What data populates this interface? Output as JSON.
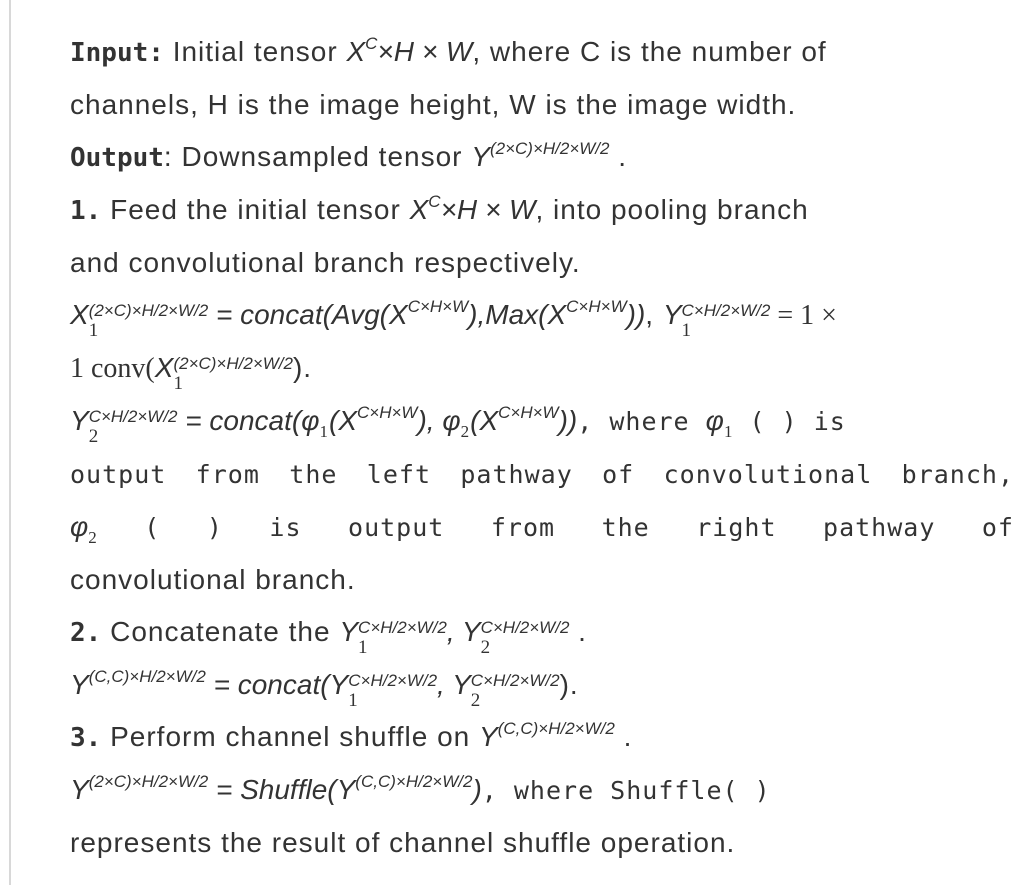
{
  "lines": [
    [
      [
        "b",
        "Input:"
      ],
      [
        "n",
        " Initial tensor "
      ],
      [
        "i",
        "X"
      ],
      [
        "sup",
        "C"
      ],
      [
        "i",
        "×H × W"
      ],
      [
        "n",
        ", where C is the number of"
      ]
    ],
    [
      [
        "n",
        "channels, H is the image height, W is the image width."
      ]
    ],
    [
      [
        "b",
        "Output"
      ],
      [
        "n",
        ": Downsampled tensor "
      ],
      [
        "i",
        "Y"
      ],
      [
        "sup",
        "(2×C)×H/2×W/2"
      ],
      [
        "n",
        " ."
      ]
    ],
    [
      [
        "b",
        "1."
      ],
      [
        "n",
        " Feed the initial tensor "
      ],
      [
        "i",
        "X"
      ],
      [
        "sup",
        "C"
      ],
      [
        "i",
        "×H × W"
      ],
      [
        "n",
        ", into pooling branch"
      ]
    ],
    [
      [
        "n",
        "and convolutional branch respectively."
      ]
    ],
    [
      [
        "i",
        "X"
      ],
      [
        "ss",
        "(2×C)×H/2×W/2",
        "1"
      ],
      [
        "i",
        " = concat(Avg(X"
      ],
      [
        "sup",
        "C×H×W"
      ],
      [
        "i",
        "),Max(X"
      ],
      [
        "sup",
        "C×H×W"
      ],
      [
        "i",
        "))"
      ],
      [
        "n",
        ",  "
      ],
      [
        "i",
        "Y"
      ],
      [
        "ss",
        "C×H/2×W/2",
        "1"
      ],
      [
        "s",
        " = 1 ×"
      ]
    ],
    [
      [
        "s",
        "1 conv("
      ],
      [
        "i",
        "X"
      ],
      [
        "ss",
        "(2×C)×H/2×W/2",
        "1"
      ],
      [
        "n",
        ")."
      ]
    ],
    [
      [
        "i",
        "Y"
      ],
      [
        "ss",
        "C×H/2×W/2",
        "2"
      ],
      [
        "i",
        " = concat(φ"
      ],
      [
        "sub",
        "1"
      ],
      [
        "i",
        "(X"
      ],
      [
        "sup",
        "C×H×W"
      ],
      [
        "i",
        "), φ"
      ],
      [
        "sub",
        "2"
      ],
      [
        "i",
        "(X"
      ],
      [
        "sup",
        "C×H×W"
      ],
      [
        "i",
        "))"
      ],
      [
        "m",
        ",  where "
      ],
      [
        "i",
        "φ"
      ],
      [
        "sub",
        "1"
      ],
      [
        "m",
        "  ( ) is"
      ]
    ],
    [
      [
        "m",
        "output from the left pathway of convolutional branch,"
      ]
    ],
    [
      [
        "i",
        "φ"
      ],
      [
        "sub",
        "2"
      ],
      [
        "m",
        "  ( ) is output from the right pathway of"
      ]
    ],
    [
      [
        "n",
        "convolutional branch."
      ]
    ],
    [
      [
        "b",
        "2."
      ],
      [
        "n",
        " Concatenate the "
      ],
      [
        "i",
        "Y"
      ],
      [
        "ss",
        "C×H/2×W/2",
        "1"
      ],
      [
        "i",
        ", Y"
      ],
      [
        "ss",
        "C×H/2×W/2",
        "2"
      ],
      [
        "n",
        " ."
      ]
    ],
    [
      [
        "i",
        "Y"
      ],
      [
        "sup",
        "(C,C)×H/2×W/2"
      ],
      [
        "i",
        " = concat(Y"
      ],
      [
        "ss",
        "C×H/2×W/2",
        "1"
      ],
      [
        "i",
        ", Y"
      ],
      [
        "ss",
        "C×H/2×W/2",
        "2"
      ],
      [
        "n",
        ")."
      ]
    ],
    [
      [
        "b",
        "3."
      ],
      [
        "n",
        " Perform channel shuffle on "
      ],
      [
        "i",
        "Y"
      ],
      [
        "sup",
        "(C,C)×H/2×W/2"
      ],
      [
        "n",
        " ."
      ]
    ],
    [
      [
        "i",
        "Y"
      ],
      [
        "sup",
        "(2×C)×H/2×W/2"
      ],
      [
        "i",
        " = Shuffle(Y"
      ],
      [
        "sup",
        "(C,C)×H/2×W/2"
      ],
      [
        "i",
        ")"
      ],
      [
        "m",
        ",  where Shuffle( )"
      ]
    ],
    [
      [
        "n",
        "represents the result of channel shuffle operation."
      ]
    ]
  ]
}
